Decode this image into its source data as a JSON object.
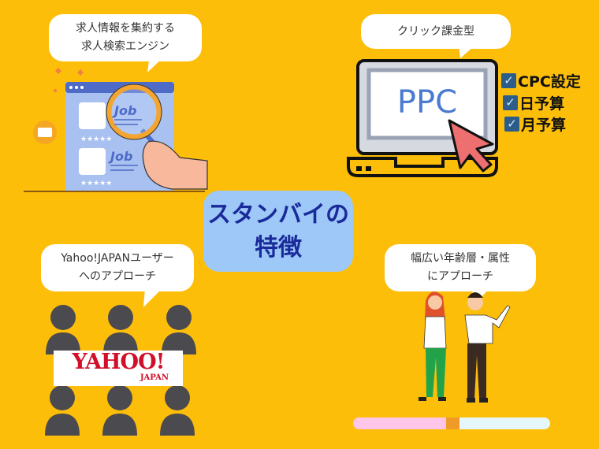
{
  "title": {
    "line1": "スタンバイの",
    "line2": "特徴"
  },
  "features": [
    {
      "lines": [
        "求人情報を集約する",
        "求人検索エンジン"
      ],
      "icon": "job-search-magnifier-icon"
    },
    {
      "lines": [
        "クリック課金型"
      ],
      "icon": "laptop-ppc-icon",
      "screen_text": "PPC",
      "checklist": [
        "CPC設定",
        "日予算",
        "月予算"
      ]
    },
    {
      "lines": [
        "Yahoo!JAPANユーザー",
        "へのアプローチ"
      ],
      "icon": "yahoo-users-icon",
      "logo_text": "YAHOO! JAPAN"
    },
    {
      "lines": [
        "幅広い年齢層・属性",
        "にアプローチ"
      ],
      "icon": "people-couple-icon"
    }
  ],
  "job_card_label": "Job",
  "colors": {
    "background": "#FDBE0A",
    "title_box": "#9DC8F8",
    "title_text": "#1A2A9A",
    "ppc_text": "#4A7BD0",
    "yahoo_red": "#D0102A"
  }
}
